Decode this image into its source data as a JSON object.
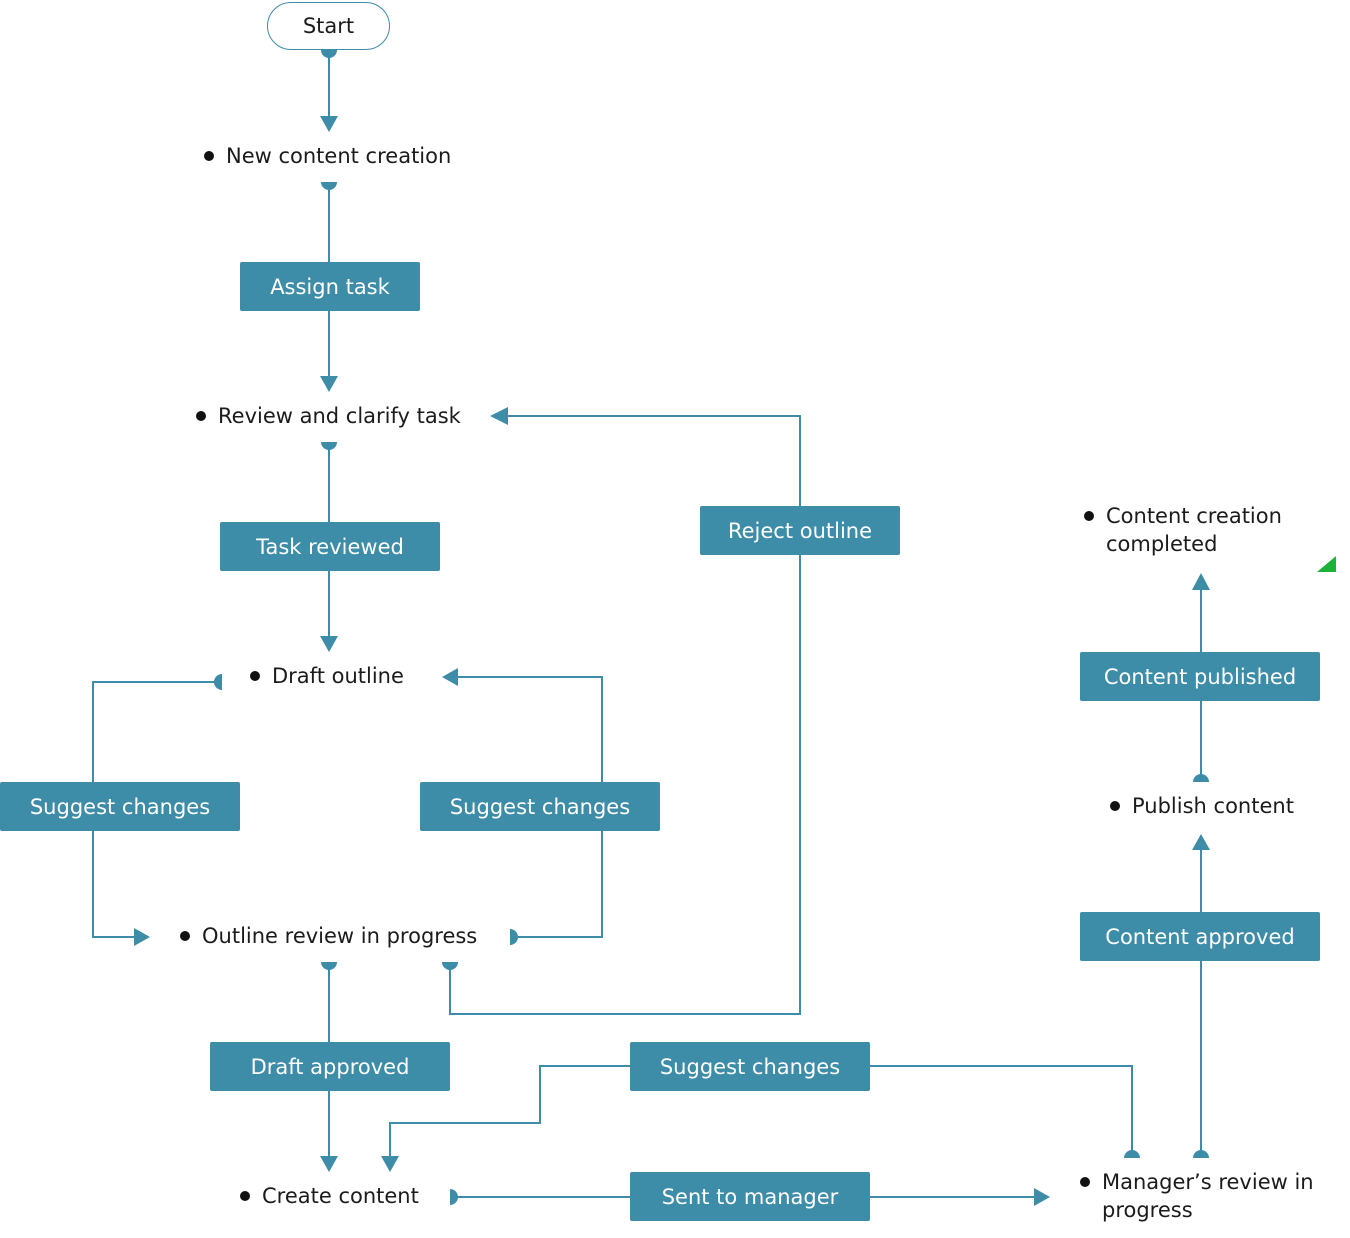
{
  "start": "Start",
  "states": {
    "new_content": "New content creation",
    "review_task": "Review and clarify task",
    "draft_outline": "Draft outline",
    "outline_review": "Outline review in progress",
    "create_content": "Create content",
    "manager_review": "Manager’s review in progress",
    "publish_content": "Publish content",
    "completed": "Content creation completed"
  },
  "actions": {
    "assign_task": "Assign task",
    "task_reviewed": "Task reviewed",
    "suggest_left": "Suggest changes",
    "suggest_middle": "Suggest changes",
    "reject_outline": "Reject outline",
    "draft_approved": "Draft approved",
    "suggest_bottom": "Suggest changes",
    "sent_to_manager": "Sent to manager",
    "content_approved": "Content approved",
    "content_published": "Content published"
  },
  "colors": {
    "accent": "#3d8ca8",
    "text": "#1b1b1b",
    "marker": "#1db33a"
  }
}
